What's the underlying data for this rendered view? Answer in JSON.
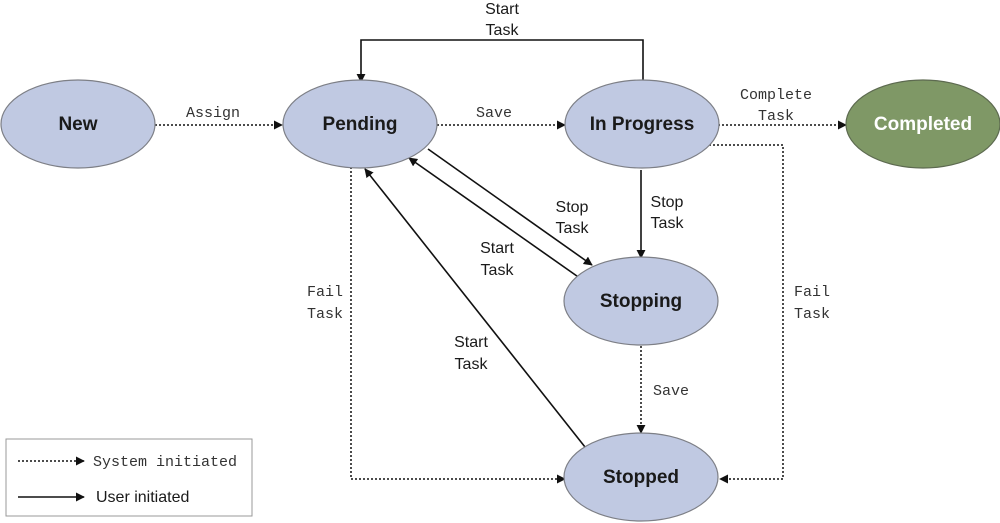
{
  "colors": {
    "state_fill": "#c0c9e2",
    "state_stroke": "#7d7f86",
    "completed_fill": "#7f9866",
    "completed_stroke": "#5d6a50",
    "completed_text": "#ffffff",
    "node_text": "#1a1a1a",
    "line": "#111111"
  },
  "states": {
    "new": "New",
    "pending": "Pending",
    "in_progress": "In Progress",
    "completed": "Completed",
    "stopping": "Stopping",
    "stopped": "Stopped"
  },
  "transitions": {
    "assign": "Assign",
    "save_pending_to_inprogress": "Save",
    "start_task_top": [
      "Start",
      "Task"
    ],
    "complete_task": [
      "Complete",
      "Task"
    ],
    "stop_task_inprogress": [
      "Stop",
      "Task"
    ],
    "stop_task_pending": [
      "Stop",
      "Task"
    ],
    "start_task_stopping": [
      "Start",
      "Task"
    ],
    "start_task_stopped": [
      "Start",
      "Task"
    ],
    "fail_task_left": [
      "Fail",
      "Task"
    ],
    "fail_task_right": [
      "Fail",
      "Task"
    ],
    "save_stopping_to_stopped": "Save"
  },
  "legend": {
    "system_initiated": "System initiated",
    "user_initiated": "User initiated"
  }
}
